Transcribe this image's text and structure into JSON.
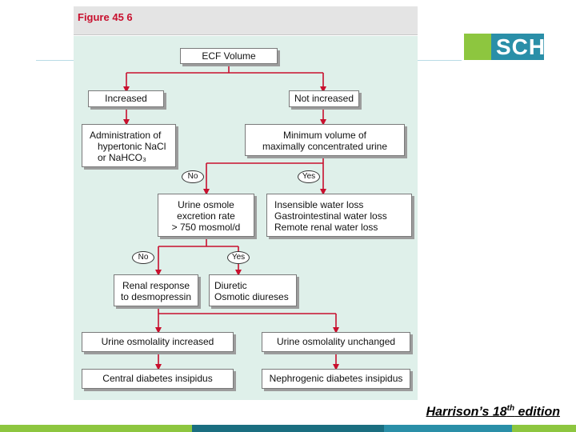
{
  "figure": {
    "title": "Figure 45 6"
  },
  "logo": {
    "text": "SCH"
  },
  "flowchart": {
    "ecf_volume": "ECF Volume",
    "increased": "Increased",
    "not_increased": "Not increased",
    "administration": [
      "Administration of",
      "hypertonic NaCl",
      "or NaHCO₃"
    ],
    "minimum_volume": [
      "Minimum volume of",
      "maximally concentrated urine"
    ],
    "pill_no_1": "No",
    "pill_yes_1": "Yes",
    "urine_osmole": [
      "Urine osmole",
      "excretion rate",
      "> 750 mosmol/d"
    ],
    "water_loss": [
      "Insensible water loss",
      "Gastrointestinal water loss",
      "Remote renal water loss"
    ],
    "pill_no_2": "No",
    "pill_yes_2": "Yes",
    "renal_response": [
      "Renal response",
      "to desmopressin"
    ],
    "diuretic": [
      "Diuretic",
      "Osmotic diureses"
    ],
    "urine_increased": "Urine osmolality increased",
    "urine_unchanged": "Urine osmolality unchanged",
    "central_di": "Central diabetes insipidus",
    "nephrogenic_di": "Nephrogenic diabetes insipidus"
  },
  "footer": {
    "credit_prefix": "Harrison’s 18",
    "credit_sup": "th",
    "credit_suffix": " edition"
  },
  "colors": {
    "arrow": "#c8102e",
    "panel": "#dff0ea",
    "logo_green": "#8dc63f",
    "logo_teal": "#2a8fa8",
    "footer_bar": [
      "#8dc63f",
      "#1a6e80",
      "#2a8fa8",
      "#8dc63f"
    ]
  }
}
